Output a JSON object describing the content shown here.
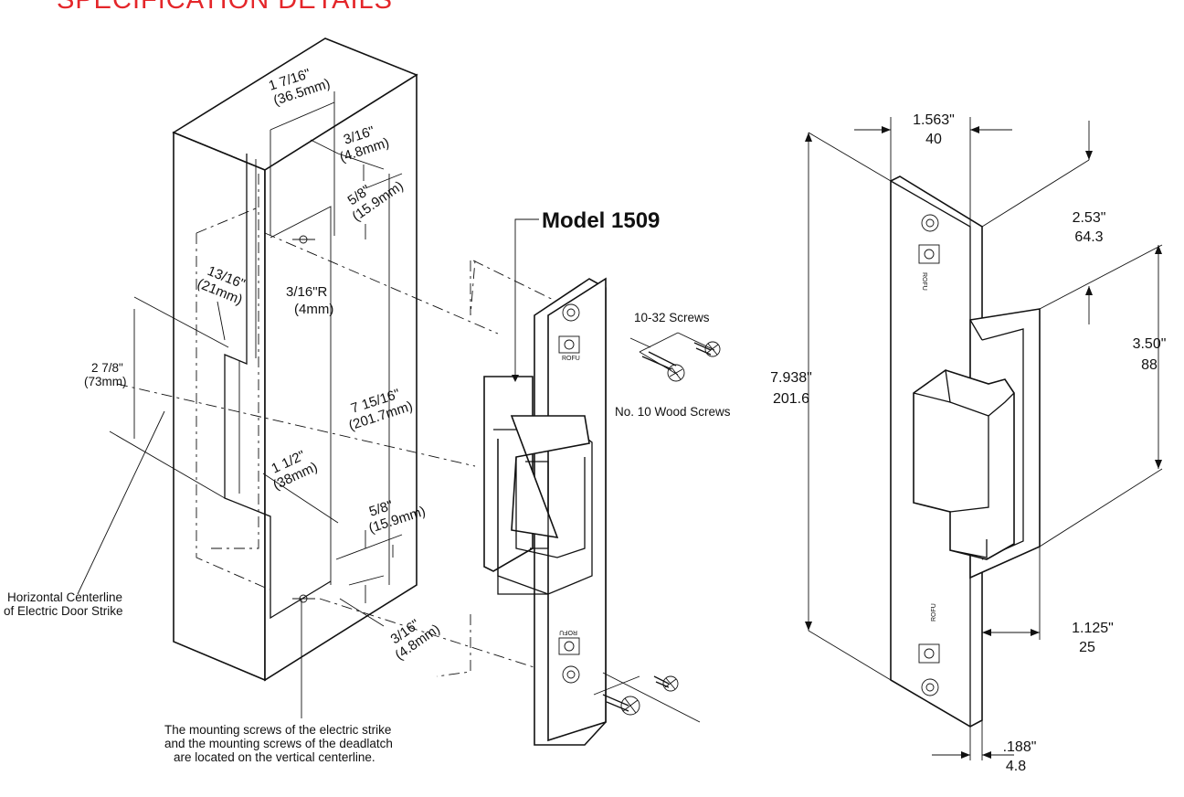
{
  "title": "SPECIFICATION DETAILS",
  "model": "Model 1509",
  "brand": "ROFU",
  "accent_color": "#e4262a",
  "left_view": {
    "dim_1_7_16": [
      "1 7/16\"",
      "(36.5mm)"
    ],
    "dim_3_16_top": [
      "3/16\"",
      "(4.8mm)"
    ],
    "dim_5_8_top": [
      "5/8\"",
      "(15.9mm)"
    ],
    "dim_3_16_r": [
      "3/16\"R",
      "(4mm)"
    ],
    "dim_13_16": [
      "13/16\"",
      "(21mm)"
    ],
    "dim_2_7_8": [
      "2 7/8\"",
      "(73mm)"
    ],
    "dim_7_15_16": [
      "7 15/16\"",
      "(201.7mm)"
    ],
    "dim_1_1_2": [
      "1 1/2\"",
      "(38mm)"
    ],
    "dim_5_8_bottom": [
      "5/8\"",
      "(15.9mm)"
    ],
    "dim_3_16_bottom": [
      "3/16\"",
      "(4.8mm)"
    ],
    "centerline_label": [
      "Horizontal Centerline",
      "of Electric Door Strike"
    ],
    "note": [
      "The mounting screws of the electric strike",
      "and the mounting screws of the deadlatch",
      "are located on the vertical centerline."
    ]
  },
  "screws": {
    "machine": "10-32 Screws",
    "wood": "No. 10 Wood Screws"
  },
  "right_view": {
    "width": [
      "1.563\"",
      "40"
    ],
    "faceplate_offset": [
      "2.53\"",
      "64.3"
    ],
    "height": [
      "7.938\"",
      "201.6"
    ],
    "body_height": [
      "3.50\"",
      "88"
    ],
    "depth": [
      "1.125\"",
      "25"
    ],
    "thickness": [
      ".188\"",
      "4.8"
    ]
  }
}
